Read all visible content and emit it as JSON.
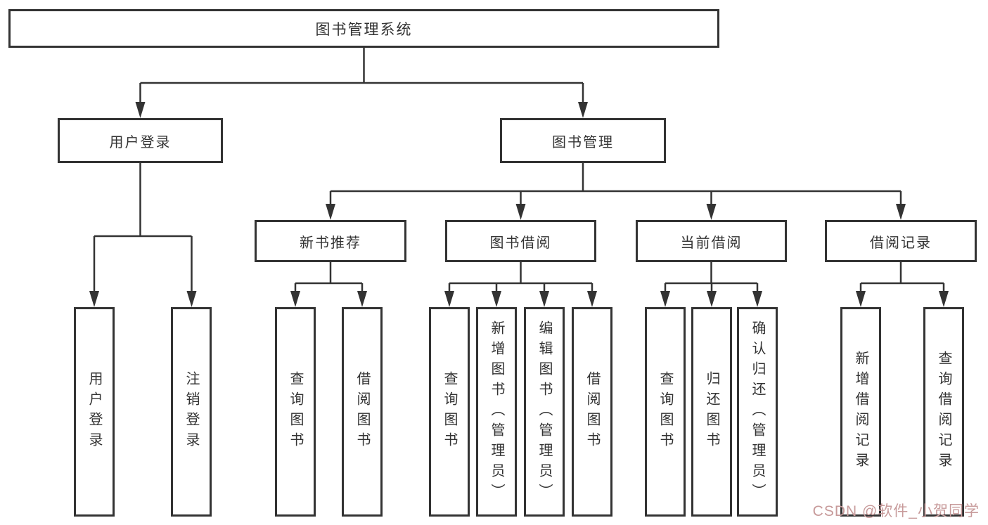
{
  "diagram": {
    "title": "图书管理系统",
    "root": "图书管理系统",
    "level2": {
      "user_login": "用户登录",
      "book_management": "图书管理"
    },
    "level3": {
      "new_book_recommend": "新书推荐",
      "book_borrow": "图书借阅",
      "current_borrow": "当前借阅",
      "borrow_records": "借阅记录"
    },
    "leaves": {
      "user_login_children": [
        "用户登录",
        "注销登录"
      ],
      "new_book_children": [
        "查询图书",
        "借阅图书"
      ],
      "book_borrow_children": [
        "查询图书",
        "新增图书（管理员）",
        "编辑图书（管理员）",
        "借阅图书"
      ],
      "current_borrow_children": [
        "查询图书",
        "归还图书",
        "确认归还（管理员）"
      ],
      "borrow_record_children": [
        "新增借阅记录",
        "查询借阅记录"
      ]
    }
  },
  "watermark": {
    "text": "CSDN @软件_小贺同学",
    "color": "#c79a9a"
  },
  "colors": {
    "background": "#ffffff",
    "box_border": "#333333",
    "line": "#333333",
    "text": "#333333"
  }
}
